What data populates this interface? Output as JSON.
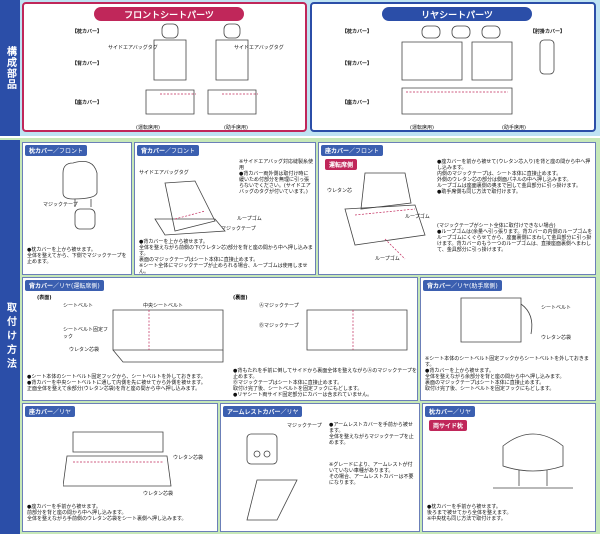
{
  "side_labels": {
    "parts": "構成部品",
    "install": "取付け方法"
  },
  "front": {
    "title": "フロントシートパーツ",
    "head_cover": "【枕カバー】",
    "back_cover": "【背カバー】",
    "seat_cover": "【座カバー】",
    "airbag_tag1": "サイドエアバッグタグ",
    "airbag_tag2": "サイドエアバッグタグ",
    "driver": "(運転席用)",
    "passenger": "(助手席用)"
  },
  "rear": {
    "title": "リヤシートパーツ",
    "head_cover": "【枕カバー】",
    "back_cover": "【背カバー】",
    "seat_cover": "【座カバー】",
    "armrest_cover": "【肘掛カバー】",
    "driver": "(運転席用)",
    "passenger": "(助手席用)"
  },
  "p1": {
    "title": "枕カバー",
    "sub": "／フロント",
    "magic": "マジックテープ",
    "note": "●枕カバーを上から被せます。\n全体を整えてから、下側でマジックテープを止めます。"
  },
  "p2": {
    "title": "背カバー",
    "sub": "／フロント",
    "airbag_tag": "サイドエアバッグタグ",
    "loop_rubber": "ループゴム",
    "magic": "マジックテープ",
    "airbag_note": "※サイドエアバッグ対応縫製糸使用\n●背カバー両外側は取付け時に緩いため付部分を無理に引っ張らないでください。(サイドエアバッグのタグが付いています。)",
    "note": "●背カバーを上から被せます。\n全体を整えながら前側の下(ウレタン芯)部分を背と座の間から中へ押し込みます。\n裏面のマジックテープはシート本体に直接止めます。\n※シート全体にマジックテープが止められる場合、ループゴムは使用しません。"
  },
  "p3": {
    "title": "座カバー",
    "sub": "／フロント",
    "badge": "運転席側",
    "urethane": "ウレタン芯",
    "loop_rubber": "ループゴム",
    "loop_rubber2": "ループゴム",
    "note": "●座カバーを前から被せて(ウレタン芯入り)を背と座の間から中へ押し込みます。\n内側のマジックテープは、シート本体に直接止めます。\n外側のウレタン芯の部分は側面パネルの中へ押し込みます。\nループゴムは座面裏側の奥まで回して金具部分に引っ掛けます。\n●助手席側も同じ方法で取付けます。",
    "note2": "(マジックテープがシート全体に取付けできない場合)\n●ループゴムは(余量へ引っ張ります。背カバーの内側のループゴムをループゴムにくぐらせてから、座面裏側にまわして金具部分に引っ掛けます。背カバーのもう一つのループゴムは、直接座面裏側へまわして、金具部分に引っ掛けます。"
  },
  "p4": {
    "title": "背カバー",
    "sub": "／リヤ(運転席側)",
    "front_label": "(表面)",
    "back_label": "(裏面)",
    "seatbelt": "シートベルト",
    "center_belt": "中央シートベルト",
    "belt_hook": "シートベルト固定フック",
    "urethane_bag": "ウレタン芯袋",
    "magic_a": "Ⓐマジックテープ",
    "magic_b": "Ⓑマジックテープ",
    "note": "●シート本体のシートベルト固定フックから、シートベルトを外しておきます。\n●背カバーを中央シートベルトに通して内側を先に被せてから外側を被せます。\n正面全体を整えて余部分(ウレタン芯袋)を背と座の間から中へ押し込みます。",
    "note2": "●背もたれを手前に倒してサイドから裏面全体を整えながらⒶのマジックテープを止めます。\nⒷマジックテープはシート本体に直接止めます。\n取付け完了後、シートベルトを固定フックにもどします。\n●リヤシート両サイド固定部分にカバーは含まれていません。"
  },
  "p5": {
    "title": "背カバー",
    "sub": "／リヤ(助手席側)",
    "seatbelt": "シートベルト",
    "urethane_bag": "ウレタン芯袋",
    "note": "※シート本体のシートベルト固定フックからシートベルトを外しておきます。\n●背カバーを上から被せます。\n全体を整えながら余部分を背と座の間から中へ押し込みます。\n裏面のマジックテープはシート本体に直接止めます。\n取付け完了後、シートベルトを固定フックにもどします。"
  },
  "p6": {
    "title": "座カバー",
    "sub": "／リヤ",
    "urethane_bag": "ウレタン芯袋",
    "urethane_bag2": "ウレタン芯袋",
    "note": "●座カバーを手前から被せます。\n前部分を背と座の間から中へ押し込みます。\n全体を整えながら手前側のウレタン芯袋をシート裏側へ押し込みます。"
  },
  "p7": {
    "title": "アームレストカバー",
    "sub": "／リヤ",
    "magic": "マジックテープ",
    "note": "●アームレストカバーを手前から被せます。\n全体を整えながらマジックテープを止めます。",
    "note2": "※グレードにより、アームレストが付いていない車種があります。\nその場合、アームレストカバーは不要になります。"
  },
  "p8": {
    "title": "枕カバー",
    "sub": "／リヤ",
    "badge": "両サイド枕",
    "note": "●枕カバーを手前から被せます。\n後ろまで被せてから全体を整えます。\n※中央枕も同じ方法で取付けます。"
  },
  "colors": {
    "header_blue": "#2b4ea8",
    "accent_pink": "#c0275a",
    "band_blue": "#bfe3f3",
    "band_green": "#c6e8b8"
  }
}
